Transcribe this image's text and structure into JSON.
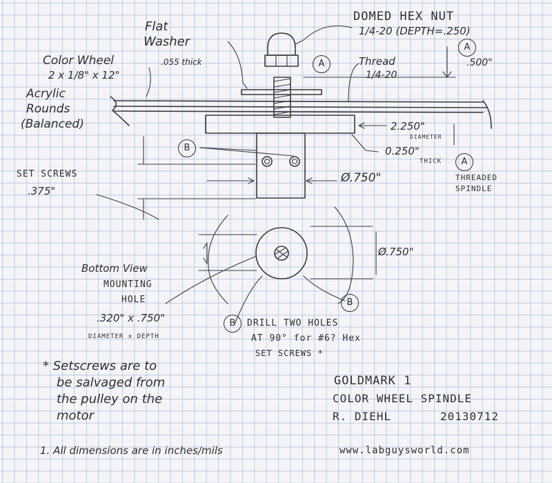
{
  "labels": {
    "domed_nut": "DOMED HEX NUT",
    "nut_thread": "1/4-20 (DEPTH=.250)",
    "flat": "Flat",
    "washer": "Washer",
    "washer_thick": ".055 thick",
    "thread": "Thread",
    "thread_size": "1/4-20",
    "dim_500": ".500\"",
    "color_wheel": "Color Wheel",
    "wheel_size": "2 x 1/8\" x 12\"",
    "acrylic": "Acrylic",
    "rounds": "Rounds",
    "balanced": "(Balanced)",
    "hub_diameter": "2.250\"",
    "diameter_word": "DIAMETER",
    "hub_thick": "0.250\"",
    "thick_word": "THICK",
    "threaded": "THREADED",
    "spindle": "SPINDLE",
    "set_screws": "SET SCREWS",
    "dim_375": ".375\"",
    "shaft_diameter": "Ø.750\"",
    "bottom_diameter": "Ø.750\"",
    "bottom_view_1": "Bottom View",
    "bottom_view_2": "MOUNTING",
    "bottom_view_3": "HOLE",
    "hole_dims": ".320\" x .750\"",
    "hole_dims_caption": "DIAMETER x DEPTH",
    "drill_1": "DRILL TWO HOLES",
    "drill_2": "AT 90° for #6? Hex",
    "drill_3": "SET SCREWS *",
    "note_1": "* Setscrews are to",
    "note_2": "be salvaged from",
    "note_3": "the pulley on the",
    "note_4": "motor",
    "title_1": "GOLDMARK 1",
    "title_2": "COLOR WHEEL SPINDLE",
    "author": "R. DIEHL",
    "date": "20130712",
    "footnote": "1. All dimensions are in inches/mils",
    "website": "www.labguysworld.com",
    "marker_a": "A",
    "marker_b": "B"
  },
  "colors": {
    "pencil": "#3a3a3a",
    "grid": "#9fb4d8",
    "paper": "#f5f5f7"
  }
}
